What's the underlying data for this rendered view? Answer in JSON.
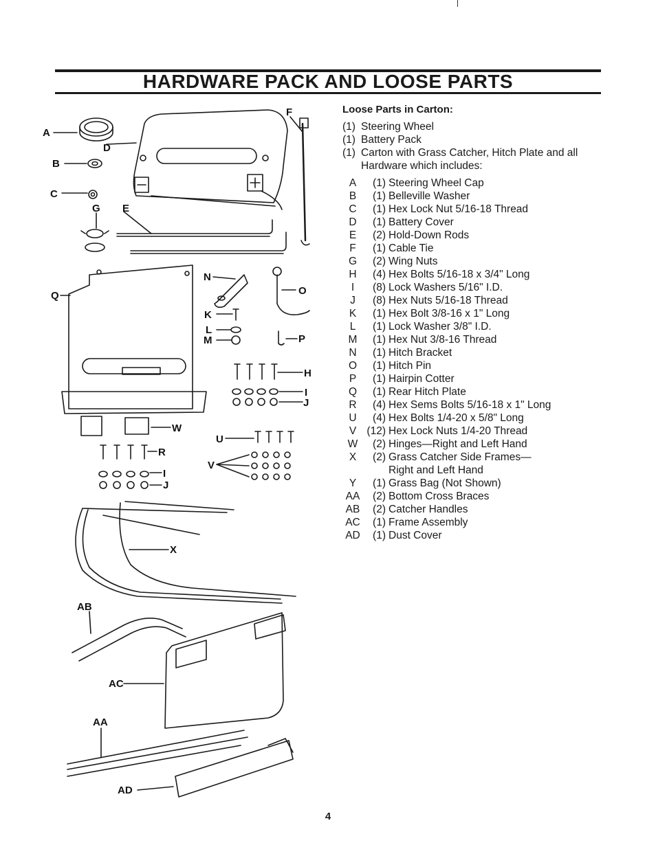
{
  "header": {
    "title": "HARDWARE PACK AND LOOSE PARTS"
  },
  "loose_parts": {
    "heading": "Loose Parts in Carton:",
    "carton_items": [
      {
        "qty": "(1)",
        "text": "Steering Wheel"
      },
      {
        "qty": "(1)",
        "text": "Battery Pack"
      },
      {
        "qty": "(1)",
        "text": "Carton with Grass Catcher, Hitch Plate and all Hardware which includes:"
      }
    ]
  },
  "hardware": [
    {
      "code": "A",
      "qty": "(1)",
      "desc": "Steering Wheel Cap"
    },
    {
      "code": "B",
      "qty": "(1)",
      "desc": "Belleville Washer"
    },
    {
      "code": "C",
      "qty": "(1)",
      "desc": "Hex Lock Nut 5/16-18 Thread"
    },
    {
      "code": "D",
      "qty": "(1)",
      "desc": "Battery Cover"
    },
    {
      "code": "E",
      "qty": "(2)",
      "desc": "Hold-Down Rods"
    },
    {
      "code": "F",
      "qty": "(1)",
      "desc": "Cable Tie"
    },
    {
      "code": "G",
      "qty": "(2)",
      "desc": "Wing Nuts"
    },
    {
      "code": "H",
      "qty": "(4)",
      "desc": "Hex Bolts 5/16-18 x 3/4\" Long"
    },
    {
      "code": "I",
      "qty": "(8)",
      "desc": "Lock Washers 5/16\" I.D."
    },
    {
      "code": "J",
      "qty": "(8)",
      "desc": "Hex Nuts 5/16-18 Thread"
    },
    {
      "code": "K",
      "qty": "(1)",
      "desc": "Hex Bolt 3/8-16 x 1\" Long"
    },
    {
      "code": "L",
      "qty": "(1)",
      "desc": "Lock Washer 3/8\" I.D."
    },
    {
      "code": "M",
      "qty": "(1)",
      "desc": "Hex Nut 3/8-16 Thread"
    },
    {
      "code": "N",
      "qty": "(1)",
      "desc": "Hitch Bracket"
    },
    {
      "code": "O",
      "qty": "(1)",
      "desc": "Hitch Pin"
    },
    {
      "code": "P",
      "qty": "(1)",
      "desc": "Hairpin Cotter"
    },
    {
      "code": "Q",
      "qty": "(1)",
      "desc": "Rear Hitch Plate"
    },
    {
      "code": "R",
      "qty": "(4)",
      "desc": "Hex Sems Bolts 5/16-18 x 1\" Long"
    },
    {
      "code": "U",
      "qty": "(4)",
      "desc": "Hex Bolts 1/4-20 x 5/8\" Long"
    },
    {
      "code": "V",
      "qty": "(12)",
      "desc": "Hex Lock Nuts 1/4-20 Thread"
    },
    {
      "code": "W",
      "qty": "(2)",
      "desc": "Hinges—Right and Left Hand"
    },
    {
      "code": "X",
      "qty": "(2)",
      "desc": "Grass Catcher Side Frames—",
      "desc2": "Right and Left Hand"
    },
    {
      "code": "Y",
      "qty": "(1)",
      "desc": "Grass Bag (Not Shown)"
    },
    {
      "code": "AA",
      "qty": "(2)",
      "desc": "Bottom Cross Braces"
    },
    {
      "code": "AB",
      "qty": "(2)",
      "desc": "Catcher Handles"
    },
    {
      "code": "AC",
      "qty": "(1)",
      "desc": "Frame Assembly"
    },
    {
      "code": "AD",
      "qty": "(1)",
      "desc": "Dust Cover"
    }
  ],
  "diagram_labels": {
    "a": "A",
    "b": "B",
    "c": "C",
    "d": "D",
    "e": "E",
    "f": "F",
    "g": "G",
    "q": "Q",
    "n": "N",
    "o": "O",
    "k": "K",
    "l": "L",
    "m": "M",
    "p": "P",
    "h": "H",
    "i_top": "I",
    "j_top": "J",
    "w": "W",
    "r": "R",
    "u": "U",
    "v": "V",
    "i_bot": "I",
    "j_bot": "J",
    "x": "X",
    "ab": "AB",
    "ac": "AC",
    "aa": "AA",
    "ad": "AD"
  },
  "footer": {
    "page_number": "4"
  }
}
